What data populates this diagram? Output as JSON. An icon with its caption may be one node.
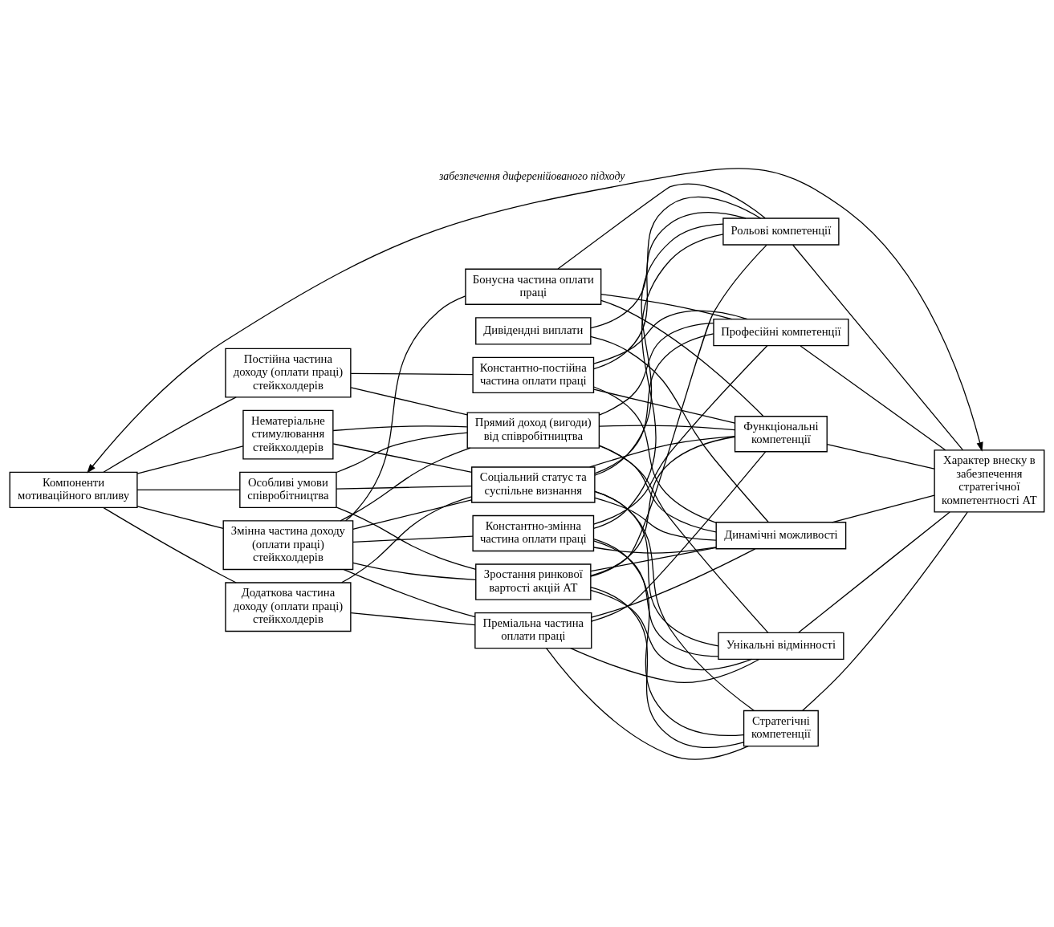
{
  "diagram": {
    "nodes": [
      {
        "text": [
          "Компоненти мотиваційного впливу"
        ]
      },
      {
        "text": [
          "Характер внеску в забезпечення стратегічної компетентності АТ"
        ]
      },
      {
        "text": [
          "Особливі умови співробітництва"
        ]
      },
      {
        "text": [
          "Постійна частина доходу (оплати праці) стейкхолдерів"
        ]
      },
      {
        "text": [
          "Змінна частина доходу (оплати праці) стейкхолдерів"
        ]
      },
      {
        "text": [
          "Додаткова частина доходу (оплати праці) стейкхолдерів"
        ]
      },
      {
        "text": [
          "Нематеріальне стимулювання стейкхолдерів"
        ]
      },
      {
        "text": [
          "Зростання ринкової вартості акцій АТ"
        ]
      },
      {
        "text": [
          "Дивідендні виплати"
        ]
      },
      {
        "text": [
          "Прямий доход (вигоди) від співробітництва"
        ]
      },
      {
        "text": [
          "Константно-постійна частина оплати праці"
        ]
      },
      {
        "text": [
          "Константно-змінна частина оплати праці"
        ]
      },
      {
        "text": [
          "Преміальна частина оплати праці"
        ]
      },
      {
        "text": [
          "Бонусна частина оплати праці"
        ]
      },
      {
        "text": [
          "Соціальний статус та суспільне визнання"
        ]
      },
      {
        "text": [
          "Професійні компетенції"
        ]
      },
      {
        "text": [
          "Рольові компетенції"
        ]
      },
      {
        "text": [
          "Функціональні компетенції"
        ]
      },
      {
        "text": [
          "Стратегічні компетенції"
        ]
      },
      {
        "text": [
          "Динамічні можливості"
        ]
      },
      {
        "text": [
          "Унікальні відмінності"
        ]
      }
    ],
    "edges": [
      {
        "from": 0,
        "to": 1,
        "arrow": "both",
        "label": "забезпечення диференійованого підходу"
      },
      {
        "from": 0,
        "to": 2,
        "arrow": "none"
      },
      {
        "from": 0,
        "to": 3,
        "arrow": "none"
      },
      {
        "from": 0,
        "to": 4,
        "arrow": "none"
      },
      {
        "from": 0,
        "to": 5,
        "arrow": "none"
      },
      {
        "from": 0,
        "to": 6,
        "arrow": "none"
      },
      {
        "from": 1,
        "to": 15,
        "arrow": "none"
      },
      {
        "from": 1,
        "to": 16,
        "arrow": "none"
      },
      {
        "from": 1,
        "to": 17,
        "arrow": "none"
      },
      {
        "from": 1,
        "to": 18,
        "arrow": "none"
      },
      {
        "from": 1,
        "to": 19,
        "arrow": "none"
      },
      {
        "from": 1,
        "to": 20,
        "arrow": "none"
      },
      {
        "from": 2,
        "to": 7,
        "arrow": "none"
      },
      {
        "from": 2,
        "to": 9,
        "arrow": "none"
      },
      {
        "from": 2,
        "to": 14,
        "arrow": "none"
      },
      {
        "from": 3,
        "to": 9,
        "arrow": "none"
      },
      {
        "from": 3,
        "to": 10,
        "arrow": "none"
      },
      {
        "from": 4,
        "to": 7,
        "arrow": "none"
      },
      {
        "from": 4,
        "to": 9,
        "arrow": "none"
      },
      {
        "from": 4,
        "to": 11,
        "arrow": "none"
      },
      {
        "from": 4,
        "to": 12,
        "arrow": "none"
      },
      {
        "from": 4,
        "to": 13,
        "arrow": "none"
      },
      {
        "from": 4,
        "to": 14,
        "arrow": "none"
      },
      {
        "from": 5,
        "to": 12,
        "arrow": "none"
      },
      {
        "from": 5,
        "to": 14,
        "arrow": "none"
      },
      {
        "from": 6,
        "to": 9,
        "arrow": "none"
      },
      {
        "from": 6,
        "to": 14,
        "arrow": "none"
      },
      {
        "from": 7,
        "to": 16,
        "arrow": "none"
      },
      {
        "from": 7,
        "to": 17,
        "arrow": "none"
      },
      {
        "from": 7,
        "to": 18,
        "arrow": "none"
      },
      {
        "from": 7,
        "to": 19,
        "arrow": "none"
      },
      {
        "from": 7,
        "to": 20,
        "arrow": "none"
      },
      {
        "from": 8,
        "to": 16,
        "arrow": "none"
      },
      {
        "from": 8,
        "to": 19,
        "arrow": "none"
      },
      {
        "from": 9,
        "to": 15,
        "arrow": "none"
      },
      {
        "from": 9,
        "to": 17,
        "arrow": "none"
      },
      {
        "from": 9,
        "to": 19,
        "arrow": "none"
      },
      {
        "from": 9,
        "to": 20,
        "arrow": "none"
      },
      {
        "from": 10,
        "to": 15,
        "arrow": "none"
      },
      {
        "from": 10,
        "to": 16,
        "arrow": "none"
      },
      {
        "from": 10,
        "to": 17,
        "arrow": "none"
      },
      {
        "from": 10,
        "to": 19,
        "arrow": "none"
      },
      {
        "from": 11,
        "to": 15,
        "arrow": "none"
      },
      {
        "from": 11,
        "to": 16,
        "arrow": "none"
      },
      {
        "from": 11,
        "to": 18,
        "arrow": "none"
      },
      {
        "from": 11,
        "to": 19,
        "arrow": "none"
      },
      {
        "from": 11,
        "to": 20,
        "arrow": "none"
      },
      {
        "from": 12,
        "to": 17,
        "arrow": "none"
      },
      {
        "from": 12,
        "to": 18,
        "arrow": "none"
      },
      {
        "from": 12,
        "to": 19,
        "arrow": "none"
      },
      {
        "from": 12,
        "to": 20,
        "arrow": "none"
      },
      {
        "from": 13,
        "to": 15,
        "arrow": "none"
      },
      {
        "from": 13,
        "to": 16,
        "arrow": "none"
      },
      {
        "from": 13,
        "to": 17,
        "arrow": "none"
      },
      {
        "from": 14,
        "to": 15,
        "arrow": "none"
      },
      {
        "from": 14,
        "to": 16,
        "arrow": "none"
      },
      {
        "from": 14,
        "to": 17,
        "arrow": "none"
      },
      {
        "from": 14,
        "to": 18,
        "arrow": "none"
      },
      {
        "from": 14,
        "to": 19,
        "arrow": "none"
      },
      {
        "from": 14,
        "to": 20,
        "arrow": "none"
      }
    ]
  }
}
